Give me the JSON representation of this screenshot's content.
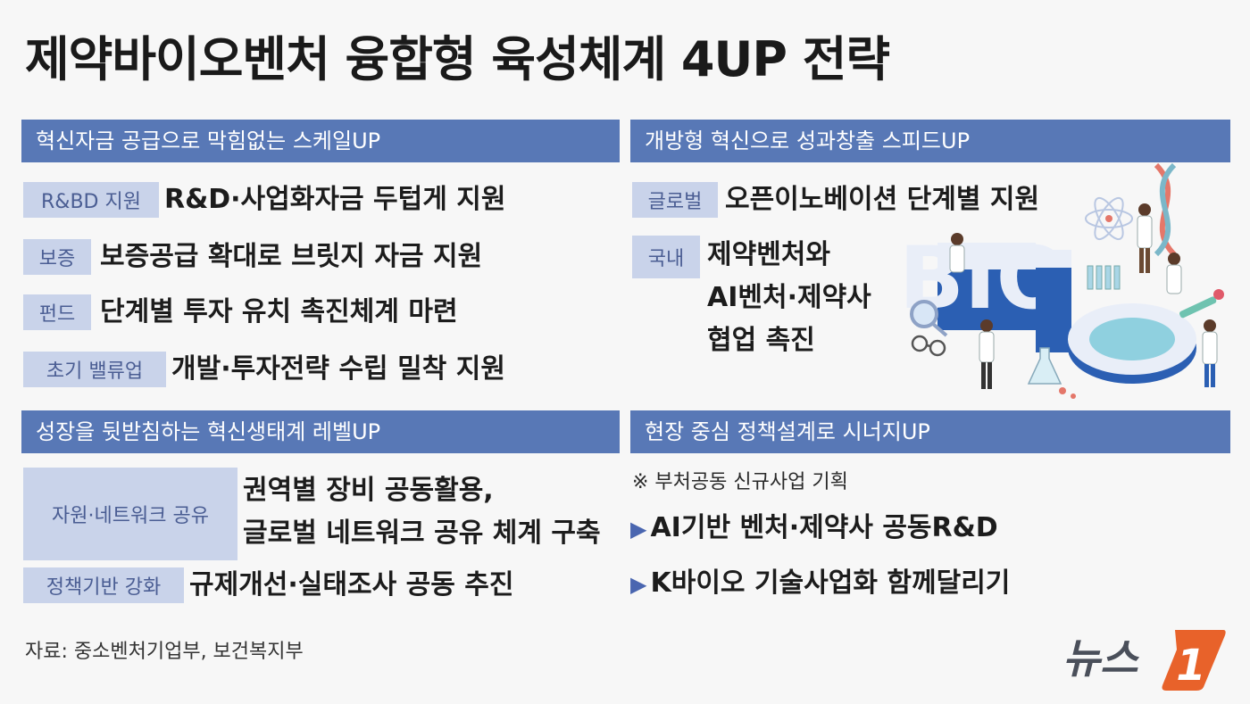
{
  "title": "제약바이오벤처 융합형 육성체계 4UP 전략",
  "sections": {
    "scale": {
      "header": "혁신자금 공급으로 막힘없는 스케일UP",
      "rows": [
        {
          "tag": "R&BD 지원",
          "text": "R&D·사업화자금 두텁게 지원"
        },
        {
          "tag": "보증",
          "text": "보증공급 확대로 브릿지 자금 지원"
        },
        {
          "tag": "펀드",
          "text": "단계별 투자 유치 촉진체계 마련"
        },
        {
          "tag": "초기 밸류업",
          "text": "개발·투자전략 수립 밀착 지원"
        }
      ]
    },
    "speed": {
      "header": "개방형 혁신으로 성과창출 스피드UP",
      "rows": [
        {
          "tag": "글로벌",
          "text": "오픈이노베이션 단계별 지원"
        },
        {
          "tag": "국내",
          "lines": [
            "제약벤처와",
            "AI벤처·제약사",
            "협업 촉진"
          ]
        }
      ]
    },
    "level": {
      "header": "성장을 뒷받침하는 혁신생태계 레벨UP",
      "rows": [
        {
          "tag": "자원·네트워크 공유",
          "lines": [
            "권역별 장비 공동활용,",
            "글로벌 네트워크 공유 체계 구축"
          ]
        },
        {
          "tag": "정책기반 강화",
          "text": "규제개선·실태조사 공동 추진"
        }
      ]
    },
    "synergy": {
      "header": "현장 중심 정책설계로 시너지UP",
      "note": "※ 부처공동 신규사업 기획",
      "bullets": [
        "AI기반 벤처·제약사 공동R&D",
        "K바이오 기술사업화 함께달리기"
      ]
    }
  },
  "illustration_text": "BIO",
  "source": "자료: 중소벤처기업부, 보건복지부",
  "logo": {
    "text": "뉴스",
    "mark": "1"
  },
  "colors": {
    "header_bg": "#5878b6",
    "tag_bg": "#c9d3ea",
    "tag_text": "#4a5d93",
    "bullet": "#4a66b0",
    "logo_orange": "#e8622a"
  }
}
